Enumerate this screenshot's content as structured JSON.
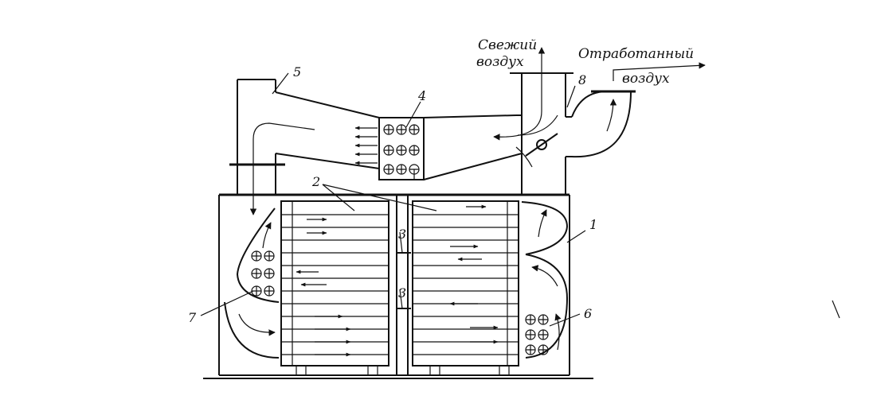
{
  "labels": {
    "fresh_air_line1": "Свежий",
    "fresh_air_line2": "воздух",
    "exhaust_air_line1": "Отработанный",
    "exhaust_air_line2": "воздух"
  },
  "callouts": {
    "n1": "1",
    "n2": "2",
    "n3a": "3",
    "n3b": "3",
    "n4": "4",
    "n5": "5",
    "n6": "6",
    "n7": "7",
    "n8": "8"
  }
}
